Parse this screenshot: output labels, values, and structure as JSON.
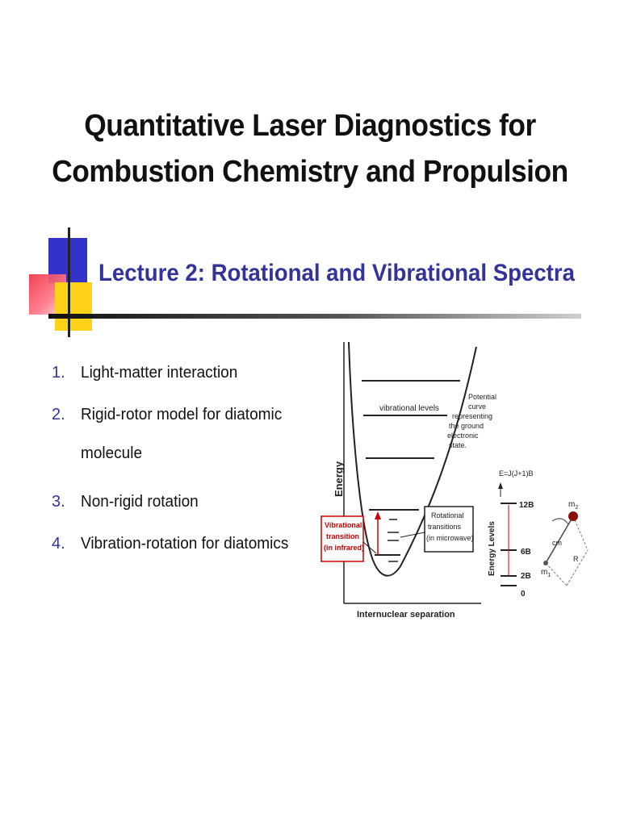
{
  "title": {
    "line1": "Quantitative Laser Diagnostics for",
    "line2": "Combustion Chemistry and Propulsion"
  },
  "subtitle": "Lecture 2: Rotational and Vibrational Spectra",
  "outline": [
    {
      "num": "1.",
      "text": "Light-matter interaction"
    },
    {
      "num": "2.",
      "text": "Rigid-rotor model for diatomic molecule"
    },
    {
      "num": "3.",
      "text": "Non-rigid rotation"
    },
    {
      "num": "4.",
      "text": "Vibration-rotation for diatomics"
    }
  ],
  "diagram": {
    "y_axis_label": "Energy",
    "x_axis_label": "Internuclear separation",
    "vibrational_levels_label": "vibrational levels",
    "potential_curve_label": [
      "Potential",
      "curve",
      "representing",
      "the ground",
      "electronic",
      "state."
    ],
    "vibrational_transition_label": [
      "Vibrational",
      "transition",
      "(in infrared)"
    ],
    "rotational_transitions_label": [
      "Rotational",
      "transitions",
      "(in microwave)"
    ],
    "rot_energy_formula": "E=J(J+1)B",
    "rot_axis_label": "Energy Levels",
    "rot_levels": [
      "12B",
      "6B",
      "2B",
      "0"
    ],
    "rotor_labels": {
      "m1": "m",
      "m1_sub": "1",
      "m2": "m",
      "m2_sub": "2",
      "cm": "cm",
      "r": "R"
    },
    "accent_red": "#cc0000"
  }
}
